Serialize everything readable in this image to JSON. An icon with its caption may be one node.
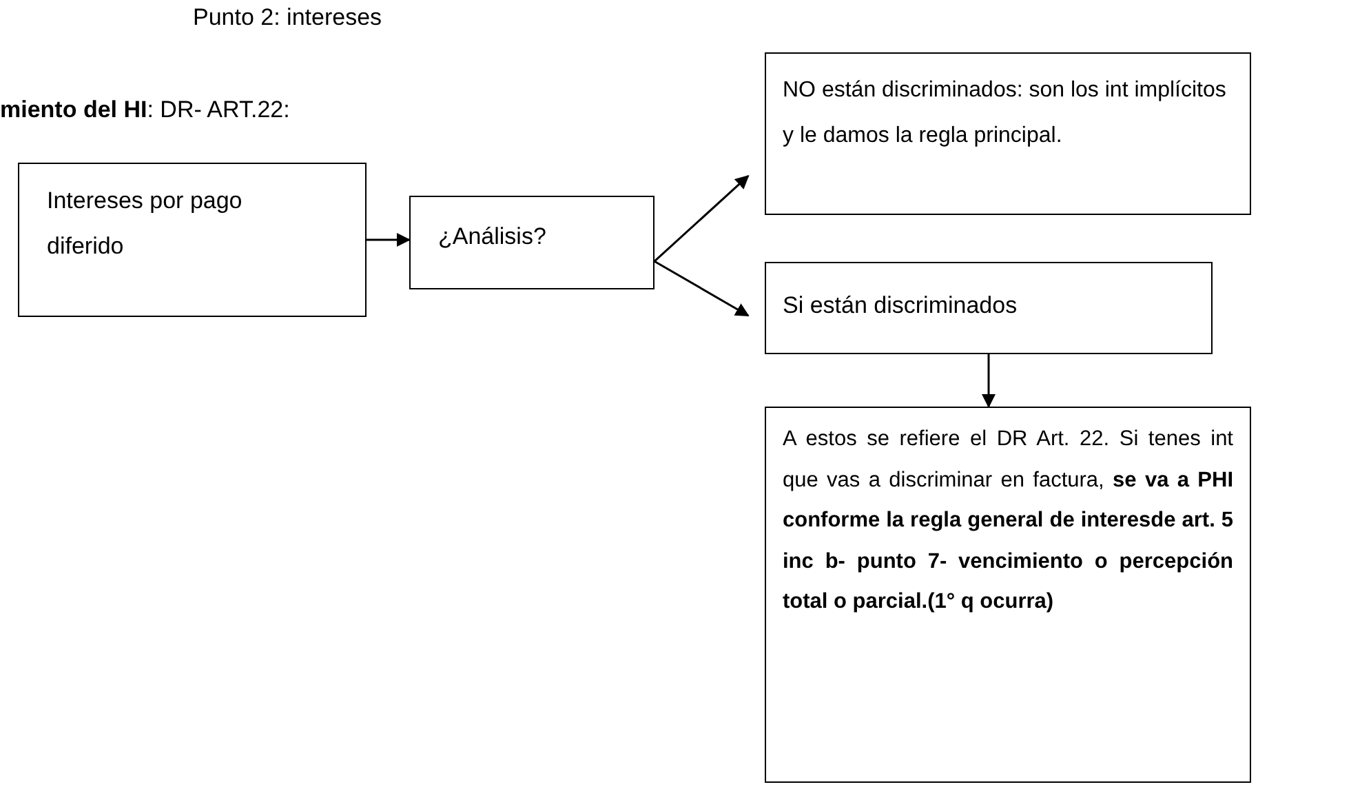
{
  "diagram": {
    "nodes": [
      {
        "text": [
          "Intereses por pago diferido"
        ]
      },
      {
        "text": [
          "¿Análisis?"
        ]
      },
      {
        "text": [
          "NO están discriminados: son los int implícitos y le damos la regla principal."
        ]
      },
      {
        "text": [
          "Si están discriminados"
        ]
      },
      {
        "text": [
          "A estos se refiere el DR Art. 22. Si tenes int que vas a discriminar en  factura, **se va a PHI conforme la regla general de interesde art. 5 inc b- punto 7- vencimiento o percepción total o parcial.(1° q ocurra)**"
        ]
      }
    ],
    "edges": [
      {
        "from": 0,
        "to": 1,
        "arrow": "to"
      },
      {
        "from": 1,
        "to": 2,
        "arrow": "to"
      },
      {
        "from": 1,
        "to": 3,
        "arrow": "to"
      },
      {
        "from": 3,
        "to": 4,
        "arrow": "to"
      }
    ],
    "labels": [
      "Punto 2: intereses",
      "**miento del HI**: DR- ART.22:"
    ]
  }
}
